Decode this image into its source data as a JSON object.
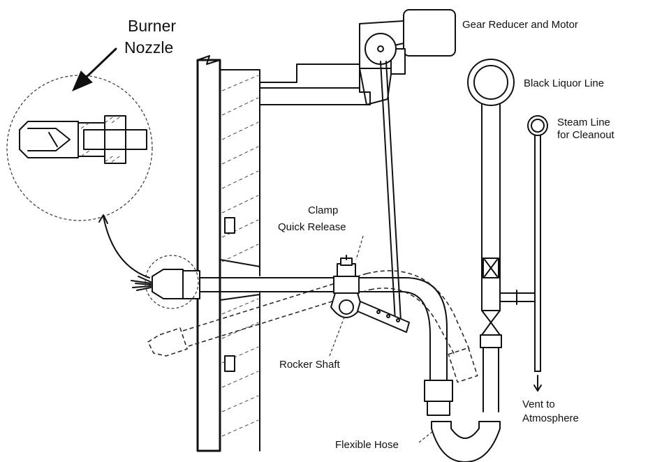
{
  "labels": {
    "burner_nozzle_line1": "Burner",
    "burner_nozzle_line2": "Nozzle",
    "gear_reducer": "Gear Reducer and Motor",
    "black_liquor": "Black Liquor Line",
    "steam_line_line1": "Steam Line",
    "steam_line_line2": "for Cleanout",
    "clamp_line1": "Clamp",
    "clamp_line2": "Quick Release",
    "rocker_shaft": "Rocker Shaft",
    "vent_line1": "Vent to",
    "vent_line2": "Atmosphere",
    "flexible_hose": "Flexible Hose"
  }
}
